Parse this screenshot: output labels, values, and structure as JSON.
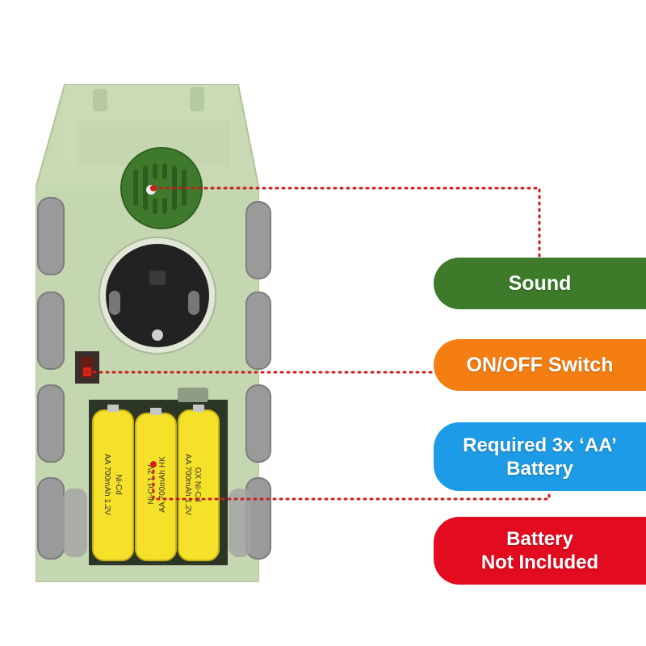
{
  "labels": {
    "sound": "Sound",
    "on_off_switch": "ON/OFF Switch",
    "required_battery": [
      "Required 3x ‘AA’",
      "Battery"
    ],
    "battery_not_included": [
      "Battery",
      "Not Included"
    ]
  },
  "colors": {
    "sound": "#3d7a2a",
    "on_off_switch": "#f57e12",
    "required_battery": "#1e9be6",
    "battery_not_included": "#e30b1f",
    "toy_body": "#c7d8b3",
    "speaker": "#3f7a2c",
    "battery_yellow": "#f5e12a",
    "leader_line": "#c81e1e"
  },
  "batteries": [
    {
      "text": [
        "Ni-Cd",
        "AA 700mAh 1.2V"
      ]
    },
    {
      "text": [
        "Ni-Cd 1.2V",
        "AA 700mAh HK"
      ]
    },
    {
      "text": [
        "GX Ni-Cd",
        "AA 700mAh 1.2V"
      ]
    }
  ]
}
